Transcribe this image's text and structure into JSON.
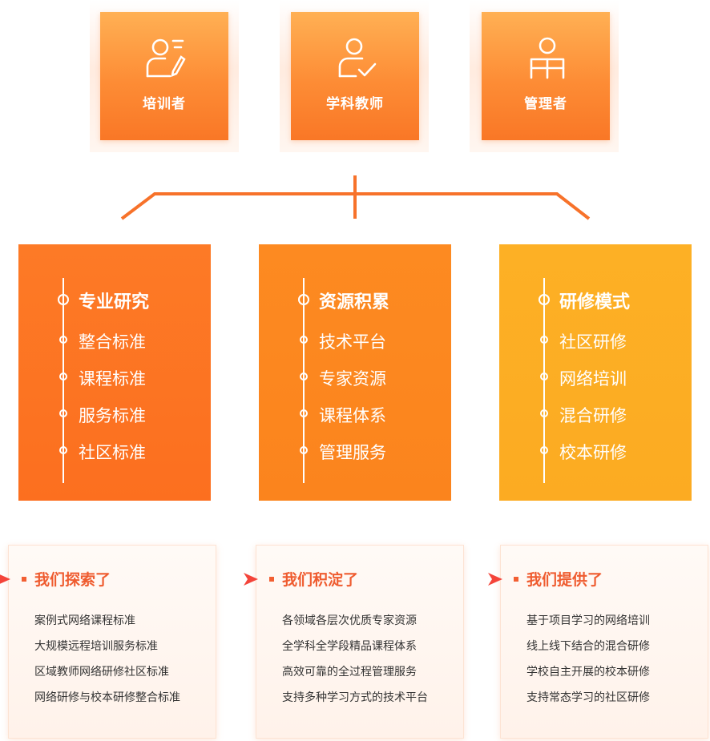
{
  "roles": [
    {
      "label": "培训者",
      "icon": "trainer-icon"
    },
    {
      "label": "学科教师",
      "icon": "teacher-icon"
    },
    {
      "label": "管理者",
      "icon": "manager-icon"
    }
  ],
  "categories": [
    {
      "title": "专业研究",
      "items": [
        "整合标准",
        "课程标准",
        "服务标准",
        "社区标准"
      ],
      "color": "#fd7424"
    },
    {
      "title": "资源积累",
      "items": [
        "技术平台",
        "专家资源",
        "课程体系",
        "管理服务"
      ],
      "color": "#fd8a20"
    },
    {
      "title": "研修模式",
      "items": [
        "社区研修",
        "网络培训",
        "混合研修",
        "校本研修"
      ],
      "color": "#fdaf24"
    }
  ],
  "info_cards": [
    {
      "title": "我们探索了",
      "lines": [
        "案例式网络课程标准",
        "大规模远程培训服务标准",
        "区域教师网络研修社区标准",
        "网络研修与校本研修整合标准"
      ]
    },
    {
      "title": "我们积淀了",
      "lines": [
        "各领域各层次优质专家资源",
        "全学科全学段精品课程体系",
        "高效可靠的全过程管理服务",
        "支持多种学习方式的技术平台"
      ]
    },
    {
      "title": "我们提供了",
      "lines": [
        "基于项目学习的网络培训",
        "线上线下结合的混合研修",
        "学校自主开展的校本研修",
        "支持常态学习的社区研修"
      ]
    }
  ],
  "colors": {
    "accent": "#f25f32",
    "connector": "#f7722a",
    "card_orange": "#fd8c35"
  }
}
